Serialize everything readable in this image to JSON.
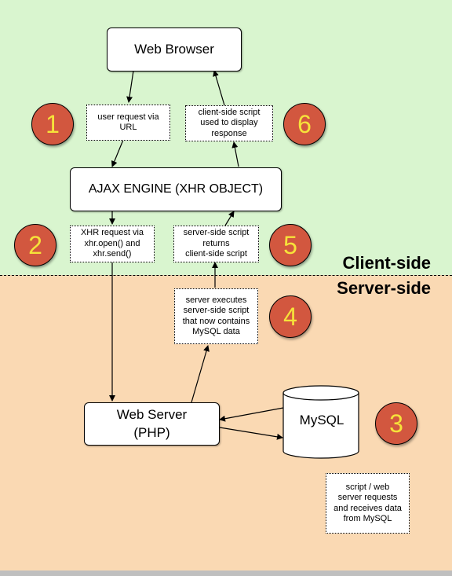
{
  "regions": {
    "client_label": "Client-side",
    "server_label": "Server-side"
  },
  "nodes": {
    "browser": "Web Browser",
    "ajax_engine": "AJAX ENGINE (XHR OBJECT)",
    "web_server": "Web Server\n(PHP)",
    "mysql": "MySQL"
  },
  "notes": {
    "n1": "user request via\nURL",
    "n6": "client-side script\nused to display\nresponse",
    "n2": "XHR request via\nxhr.open() and\nxhr.send()",
    "n5": "server-side script\nreturns\nclient-side script",
    "n4": "server executes\nserver-side script\nthat now contains\nMySQL data",
    "n3": "script / web\nserver requests\nand receives data\nfrom MySQL"
  },
  "steps": [
    "1",
    "2",
    "3",
    "4",
    "5",
    "6"
  ],
  "colors": {
    "client_bg": "#d9f5cf",
    "server_bg": "#fad9b3",
    "step_fill": "#d2573f",
    "step_text": "#f6e23a"
  }
}
